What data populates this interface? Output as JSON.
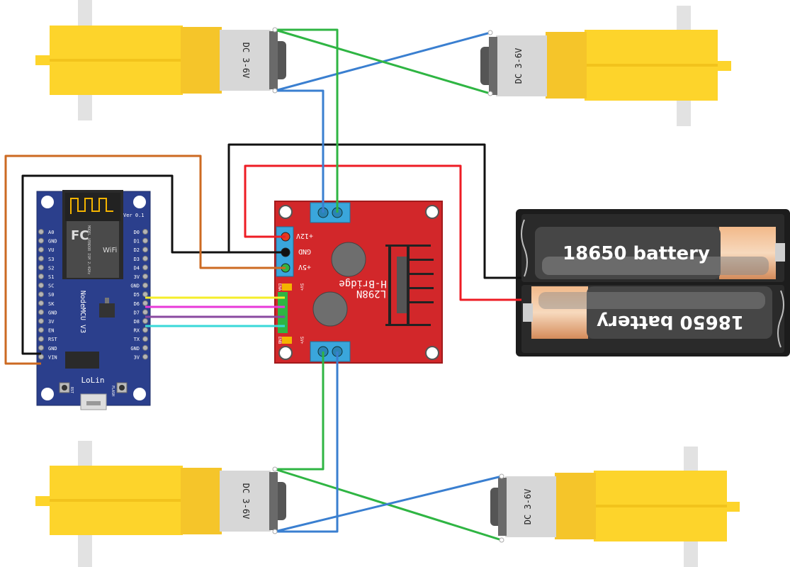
{
  "motors": {
    "label": "DC 3-6V"
  },
  "nodemcu": {
    "module_label": "NodeMCU V3",
    "brand_label": "LoLin",
    "version_label": "Ver 0.1",
    "rst_button_label": "RST",
    "flash_button_label": "FLASH",
    "module_text": "MODEL\nVENDOR\nISM\n2.4GHz\nPA +25dBm\n802.11b/g/n",
    "left_pins": [
      "A0",
      "GND",
      "VU",
      "S3",
      "S2",
      "S1",
      "SC",
      "S0",
      "SK",
      "GND",
      "3V",
      "EN",
      "RST",
      "GND",
      "VIN"
    ],
    "right_pins": [
      "D0",
      "D1",
      "D2",
      "D3",
      "D4",
      "3V",
      "GND",
      "D5",
      "D6",
      "D7",
      "D8",
      "RX",
      "TX",
      "GND",
      "3V"
    ]
  },
  "driver": {
    "chip_label": "L298N",
    "title_label": "H-Bridge",
    "pin_12v": "+12V",
    "pin_gnd": "GND",
    "pin_5v": "+5V",
    "ena_label": "ENA",
    "enb_label": "ENB",
    "jumper_label": "5V+"
  },
  "battery": {
    "cell_1_label": "18650 battery",
    "cell_2_label": "18650 battery"
  },
  "colors": {
    "motor_yellow": "#fdd42b",
    "board_blue": "#2b3f8c",
    "driver_red": "#d2272a",
    "terminal_blue": "#3aa6dc",
    "wire_red": "#ee1c24",
    "wire_black": "#111111",
    "wire_orange": "#cc6a22",
    "wire_green": "#2fb543",
    "wire_blue": "#3a7fd0",
    "wire_yellow": "#f4ee2a",
    "wire_magenta": "#e83ad9",
    "wire_purple": "#8a4aa0",
    "wire_cyan": "#3ad8d8"
  }
}
